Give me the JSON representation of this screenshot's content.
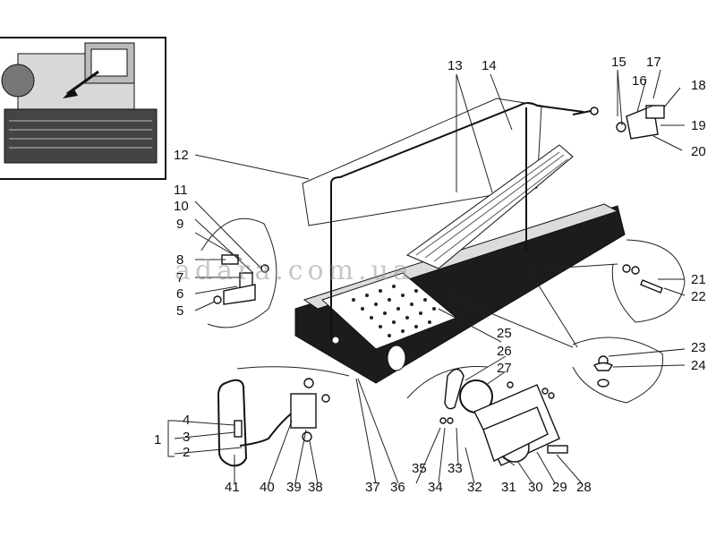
{
  "watermark": "adara.com.ua",
  "callouts": [
    {
      "id": "1",
      "label": "1"
    },
    {
      "id": "2",
      "label": "2"
    },
    {
      "id": "3",
      "label": "3"
    },
    {
      "id": "4",
      "label": "4"
    },
    {
      "id": "5",
      "label": "5"
    },
    {
      "id": "6",
      "label": "6"
    },
    {
      "id": "7",
      "label": "7"
    },
    {
      "id": "8",
      "label": "8"
    },
    {
      "id": "9",
      "label": "9"
    },
    {
      "id": "10",
      "label": "10"
    },
    {
      "id": "11",
      "label": "11"
    },
    {
      "id": "12",
      "label": "12"
    },
    {
      "id": "13",
      "label": "13"
    },
    {
      "id": "14",
      "label": "14"
    },
    {
      "id": "15",
      "label": "15"
    },
    {
      "id": "16",
      "label": "16"
    },
    {
      "id": "17",
      "label": "17"
    },
    {
      "id": "18",
      "label": "18"
    },
    {
      "id": "19",
      "label": "19"
    },
    {
      "id": "20",
      "label": "20"
    },
    {
      "id": "21",
      "label": "21"
    },
    {
      "id": "22",
      "label": "22"
    },
    {
      "id": "23",
      "label": "23"
    },
    {
      "id": "24",
      "label": "24"
    },
    {
      "id": "25",
      "label": "25"
    },
    {
      "id": "26",
      "label": "26"
    },
    {
      "id": "27",
      "label": "27"
    },
    {
      "id": "28",
      "label": "28"
    },
    {
      "id": "29",
      "label": "29"
    },
    {
      "id": "30",
      "label": "30"
    },
    {
      "id": "31",
      "label": "31"
    },
    {
      "id": "32",
      "label": "32"
    },
    {
      "id": "33",
      "label": "33"
    },
    {
      "id": "34",
      "label": "34"
    },
    {
      "id": "35",
      "label": "35"
    },
    {
      "id": "36",
      "label": "36"
    },
    {
      "id": "37",
      "label": "37"
    },
    {
      "id": "38",
      "label": "38"
    },
    {
      "id": "39",
      "label": "39"
    },
    {
      "id": "40",
      "label": "40"
    },
    {
      "id": "41",
      "label": "41"
    }
  ]
}
